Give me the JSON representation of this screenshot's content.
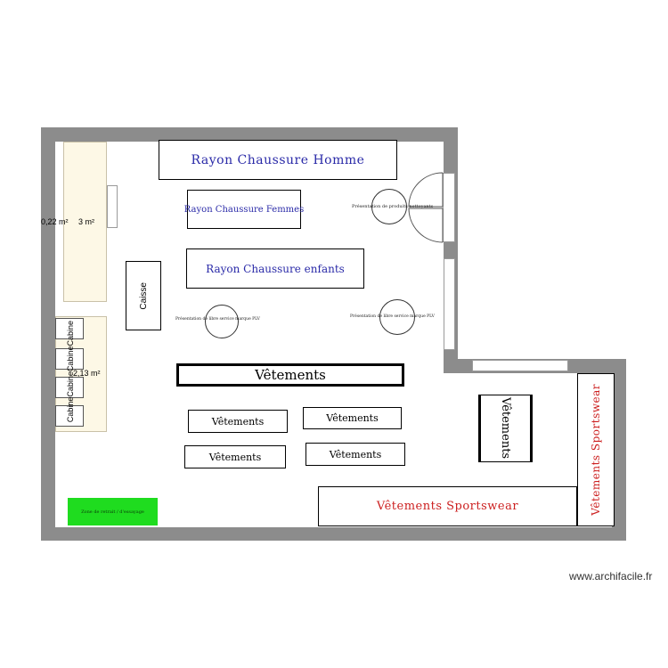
{
  "areas": {
    "area_small": "0,22 m²",
    "area_storage": "3 m²",
    "area_cabins": "2,13 m²"
  },
  "zones": {
    "rayon_homme": "Rayon Chaussure Homme",
    "rayon_femmes": "Rayon Chaussure Femmes",
    "rayon_enfants": "Rayon Chaussure enfants",
    "caisse": "Caisse",
    "vetements_large": "Vêtements",
    "vetements_1": "Vêtements",
    "vetements_2": "Vêtements",
    "vetements_3": "Vêtements",
    "vetements_4": "Vêtements",
    "vetements_vertical": "Vêtements",
    "sportswear_horizontal": "Vêtements Sportswear",
    "sportswear_vertical": "Vêtements Sportswear",
    "green_zone": "Zone de retrait / d'essayage"
  },
  "cabines": [
    "Cabine",
    "Cabine",
    "Cabine",
    "Cabine"
  ],
  "presentations": {
    "top": "Présentation de produits nettoyants",
    "left": "Présentation de libre service marque PLV",
    "right": "Présentation de libre service marque PLV"
  },
  "watermark": "www.archifacile.fr",
  "colors": {
    "wall": "#8c8c8c",
    "blue_text": "#2a2aa8",
    "red_text": "#cc1f1f",
    "green": "#1fdc1f",
    "beige": "#fdf8e6"
  }
}
